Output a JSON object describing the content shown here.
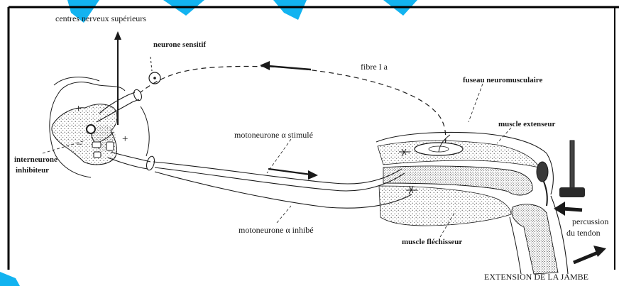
{
  "labels": {
    "centres": "centres nerveux supérieurs",
    "neurone_sensitif": "neurone sensitif",
    "fibre": "fibre I a",
    "fuseau": "fuseau neuromusculaire",
    "muscle_extenseur": "muscle extenseur",
    "moto_stimule": "motoneurone α stimulé",
    "moto_inhibe": "motoneurone α inhibé",
    "interneurone_1": "interneurone",
    "interneurone_2": "inhibiteur",
    "muscle_flechisseur": "muscle fléchisseur",
    "percussion_1": "percussion",
    "percussion_2": "du tendon",
    "extension": "EXTENSION DE LA JAMBE",
    "plus_top": "+",
    "plus_right": "+",
    "minus": "−"
  },
  "colors": {
    "ink": "#1a1a1a",
    "frame": "#000000",
    "accent": "#12b3f0",
    "stipple": "#6a6a6a"
  }
}
